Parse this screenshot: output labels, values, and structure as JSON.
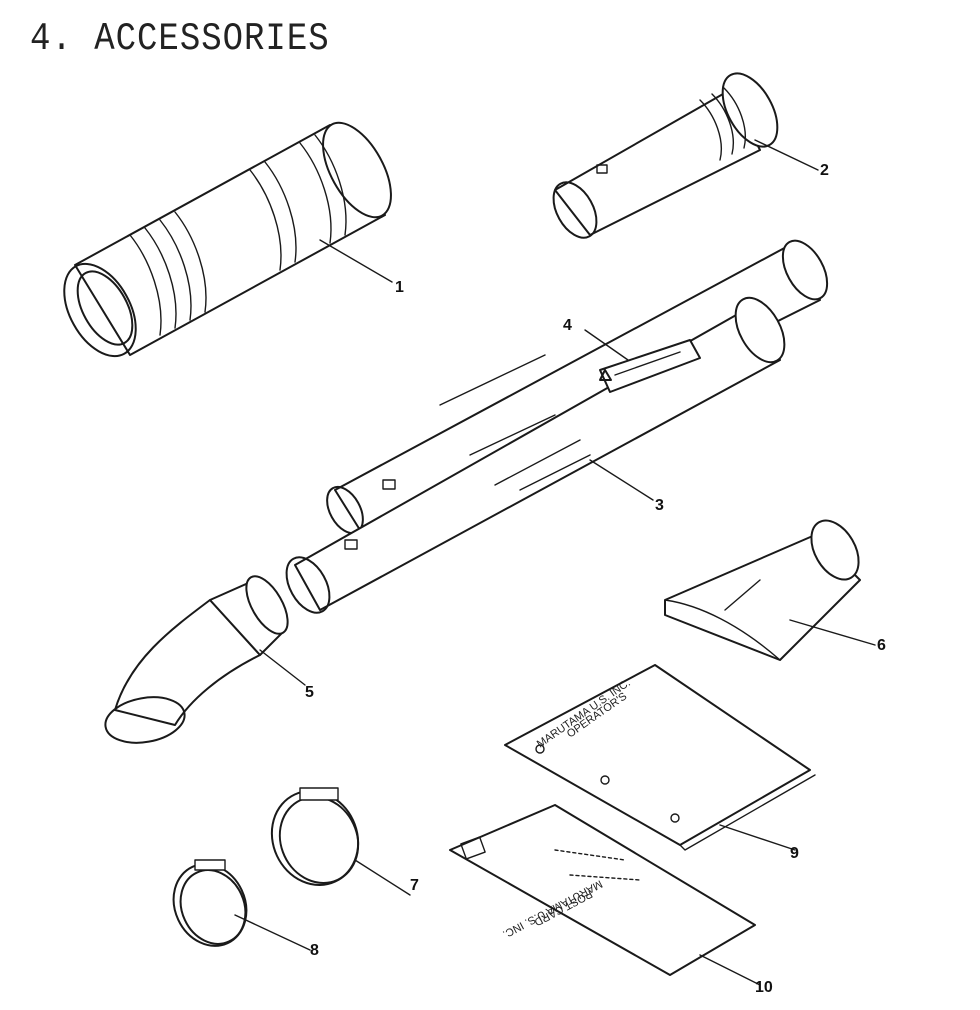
{
  "title": "4. ACCESSORIES",
  "callouts": {
    "c1": "1",
    "c2": "2",
    "c3": "3",
    "c4": "4",
    "c5": "5",
    "c6": "6",
    "c7": "7",
    "c8": "8",
    "c9": "9",
    "c10": "10"
  },
  "manual": {
    "line1": "MARUTAMA U.S. INC.",
    "line2": "OPERATOR'S"
  },
  "card": {
    "line1": "MARUTAMA U.S. INC.",
    "line2": "POST CARD"
  }
}
